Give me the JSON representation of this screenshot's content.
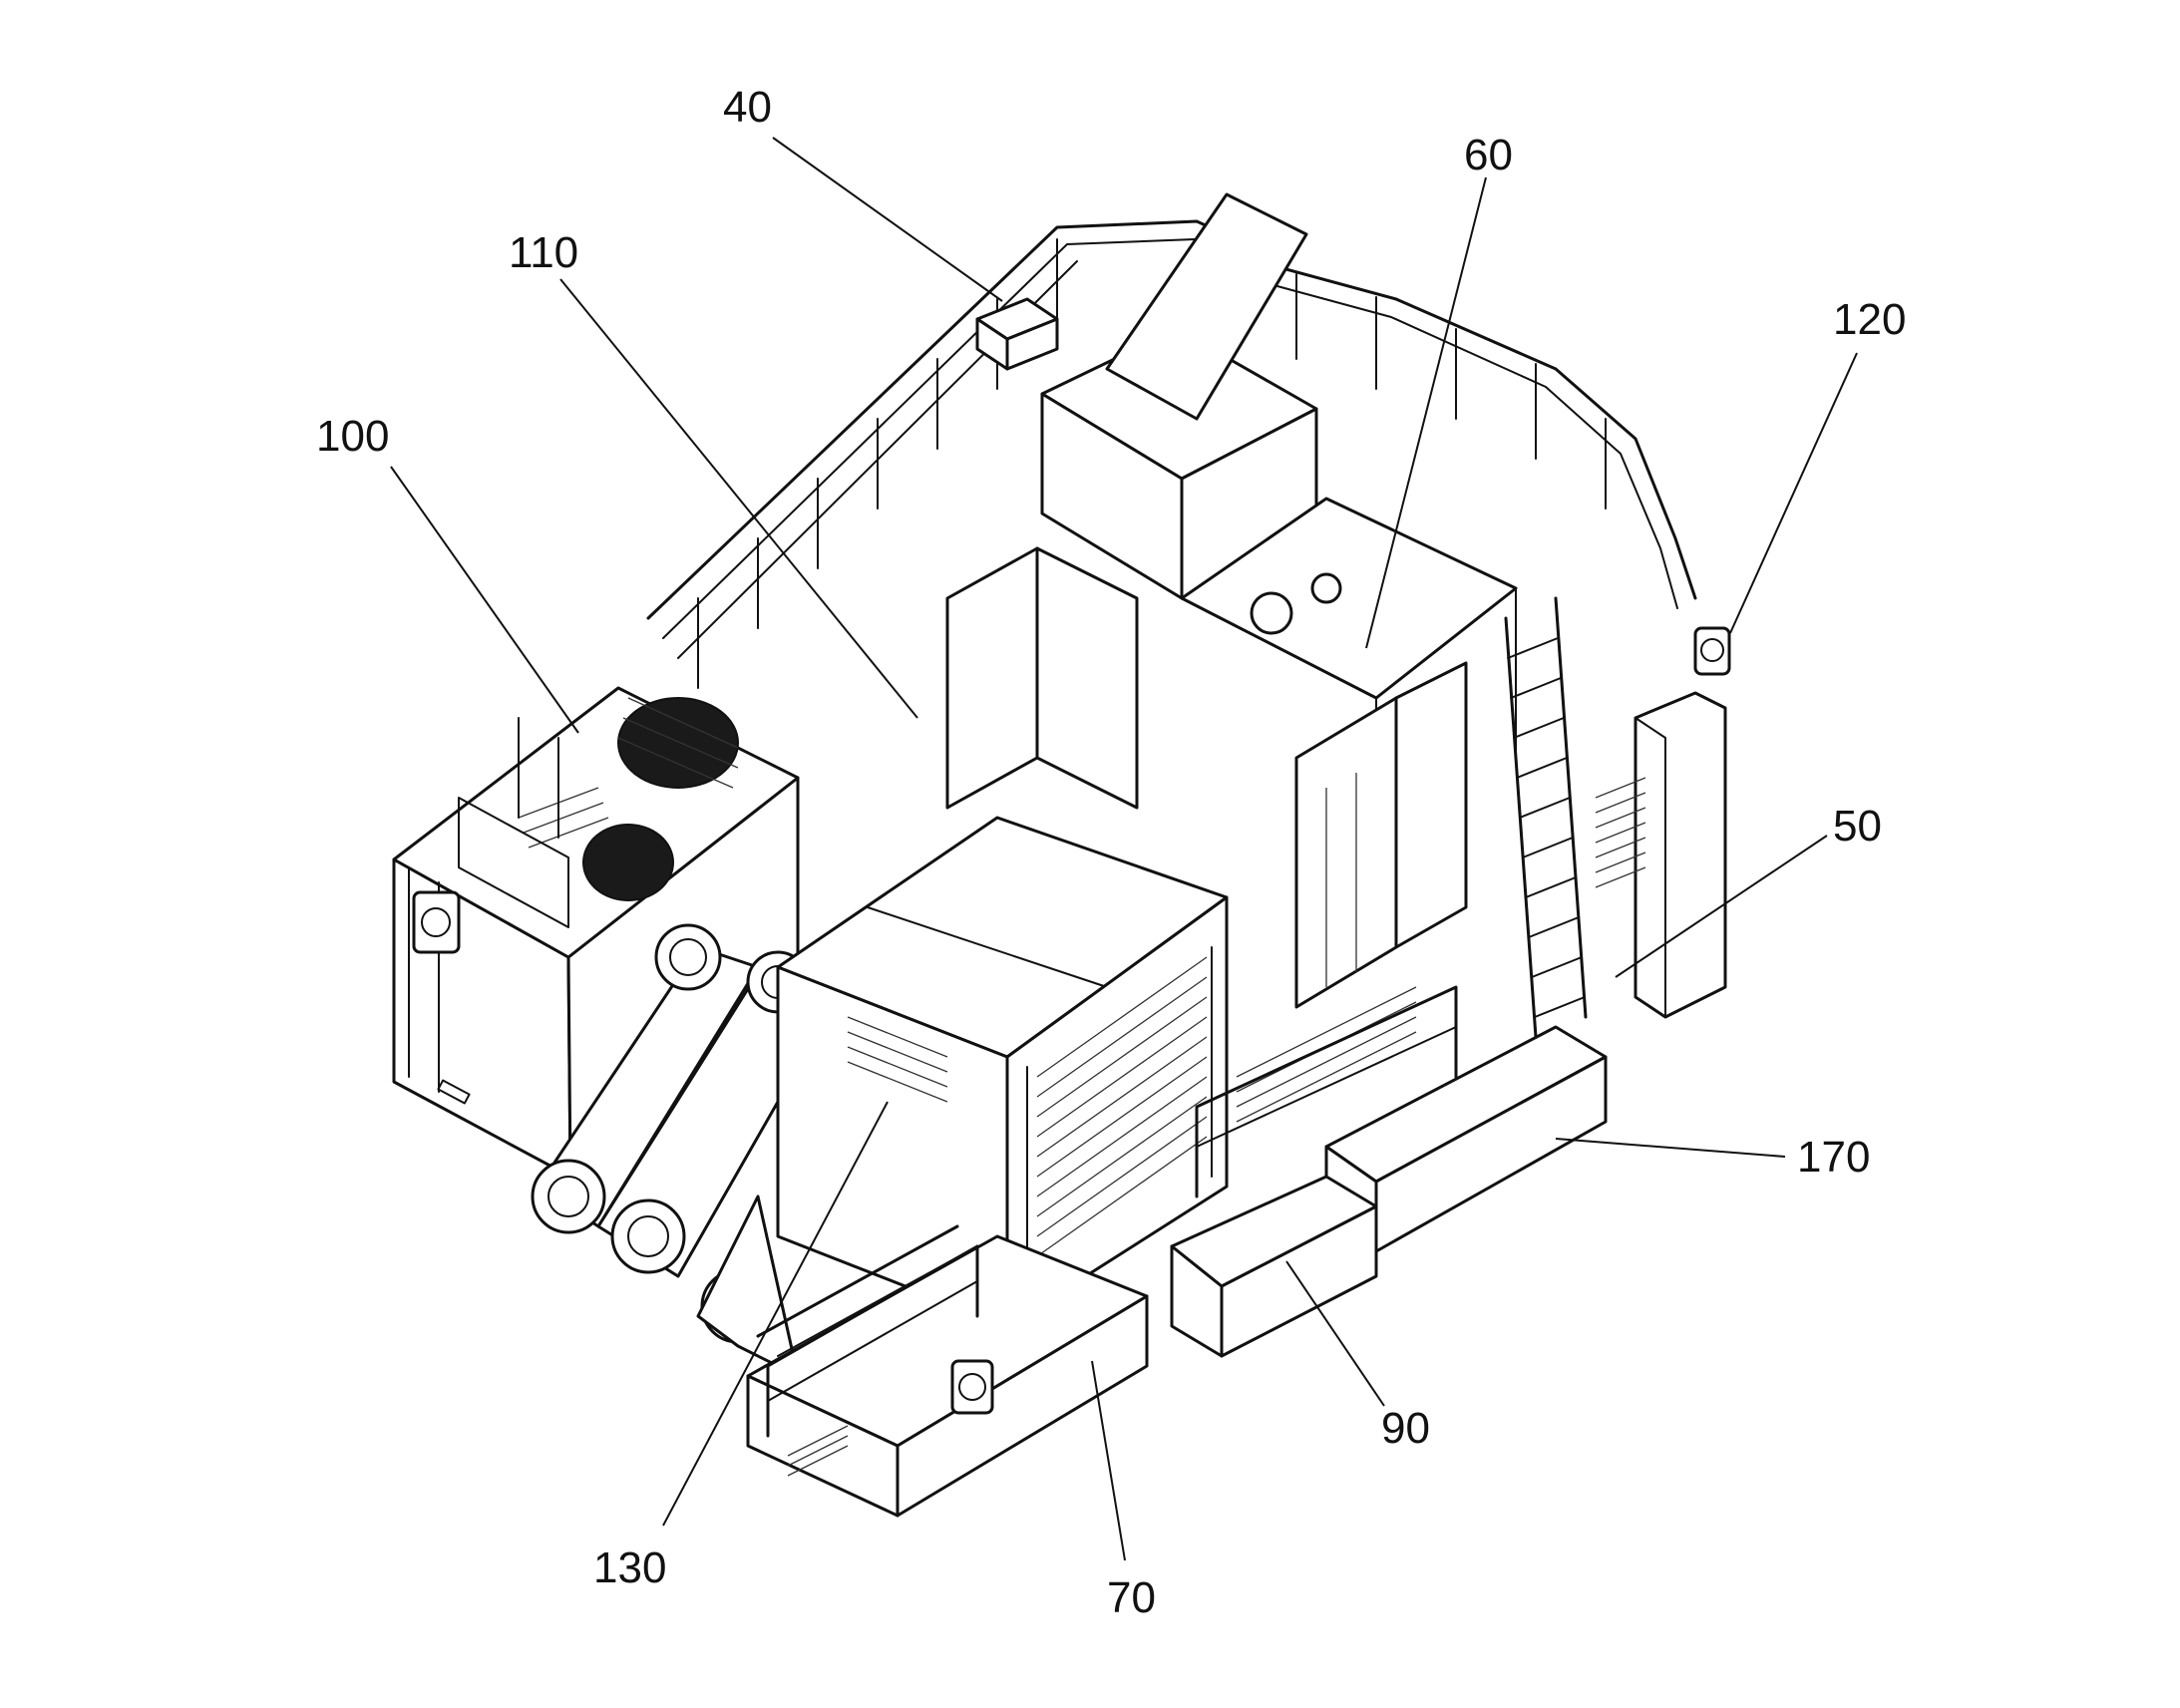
{
  "figure": {
    "labels": [
      {
        "id": "40",
        "text": "40"
      },
      {
        "id": "60",
        "text": "60"
      },
      {
        "id": "110",
        "text": "110"
      },
      {
        "id": "120",
        "text": "120"
      },
      {
        "id": "100",
        "text": "100"
      },
      {
        "id": "50",
        "text": "50"
      },
      {
        "id": "170",
        "text": "170"
      },
      {
        "id": "90",
        "text": "90"
      },
      {
        "id": "130",
        "text": "130"
      },
      {
        "id": "70",
        "text": "70"
      }
    ]
  }
}
